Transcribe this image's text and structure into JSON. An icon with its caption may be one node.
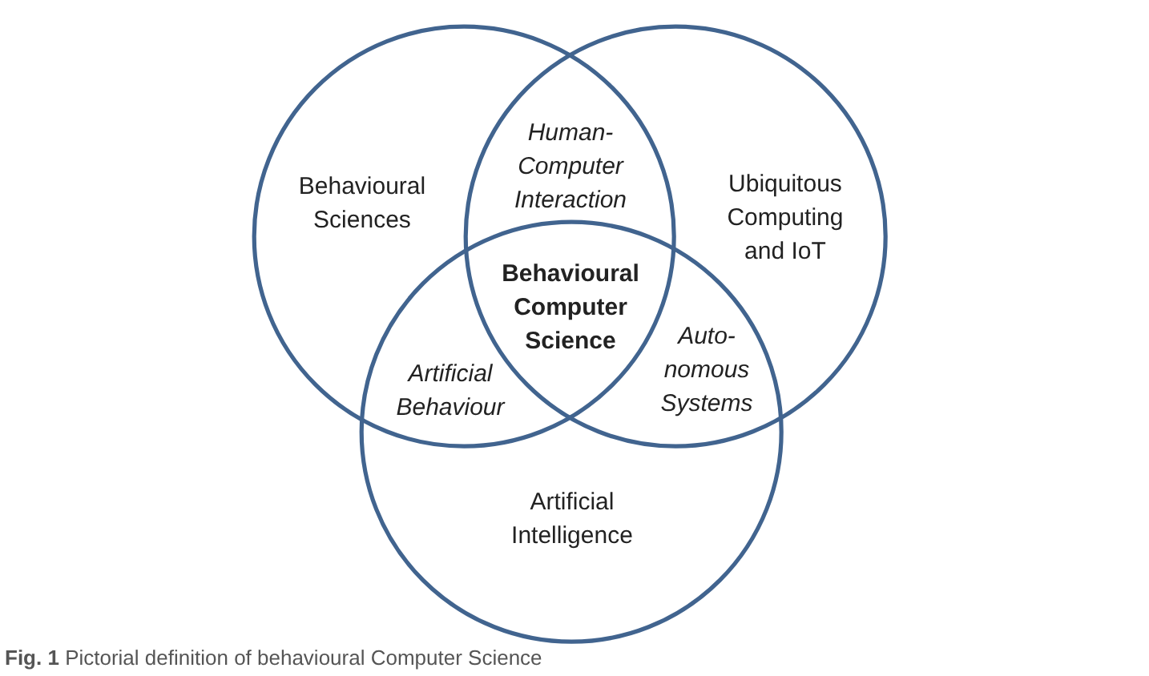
{
  "diagram": {
    "caption": "**Fig. 1** Pictorial definition of behavioural Computer Science",
    "nodes": [
      {
        "text": [
          "Behavioural Sciences"
        ]
      },
      {
        "text": [
          "Human-Computer Interaction"
        ]
      },
      {
        "text": [
          "Ubiquitous Computing and IoT"
        ]
      },
      {
        "text": [
          "Behavioural Computer Science"
        ]
      },
      {
        "text": [
          "Artificial Behaviour"
        ]
      },
      {
        "text": [
          "Auto-nomous Systems"
        ]
      },
      {
        "text": [
          "Artificial Intelligence"
        ]
      }
    ]
  }
}
